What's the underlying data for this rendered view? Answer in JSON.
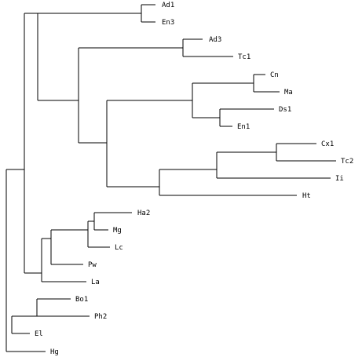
{
  "tree": {
    "line_color": "#000000",
    "background": "#ffffff",
    "leaves": [
      {
        "id": "Ad1",
        "label": "Ad1"
      },
      {
        "id": "En3",
        "label": "En3"
      },
      {
        "id": "Ad3",
        "label": "Ad3"
      },
      {
        "id": "Tc1",
        "label": "Tc1"
      },
      {
        "id": "Cn",
        "label": "Cn"
      },
      {
        "id": "Ma",
        "label": "Ma"
      },
      {
        "id": "Ds1",
        "label": "Ds1"
      },
      {
        "id": "En1",
        "label": "En1"
      },
      {
        "id": "Cx1",
        "label": "Cx1"
      },
      {
        "id": "Tc2",
        "label": "Tc2"
      },
      {
        "id": "Ii",
        "label": "Ii"
      },
      {
        "id": "Ht",
        "label": "Ht"
      },
      {
        "id": "Ha2",
        "label": "Ha2"
      },
      {
        "id": "Mg",
        "label": "Mg"
      },
      {
        "id": "Lc",
        "label": "Lc"
      },
      {
        "id": "Pw",
        "label": "Pw"
      },
      {
        "id": "La",
        "label": "La"
      },
      {
        "id": "Bo1",
        "label": "Bo1"
      },
      {
        "id": "Ph2",
        "label": "Ph2"
      },
      {
        "id": "El",
        "label": "El"
      },
      {
        "id": "Hg",
        "label": "Hg"
      }
    ]
  }
}
